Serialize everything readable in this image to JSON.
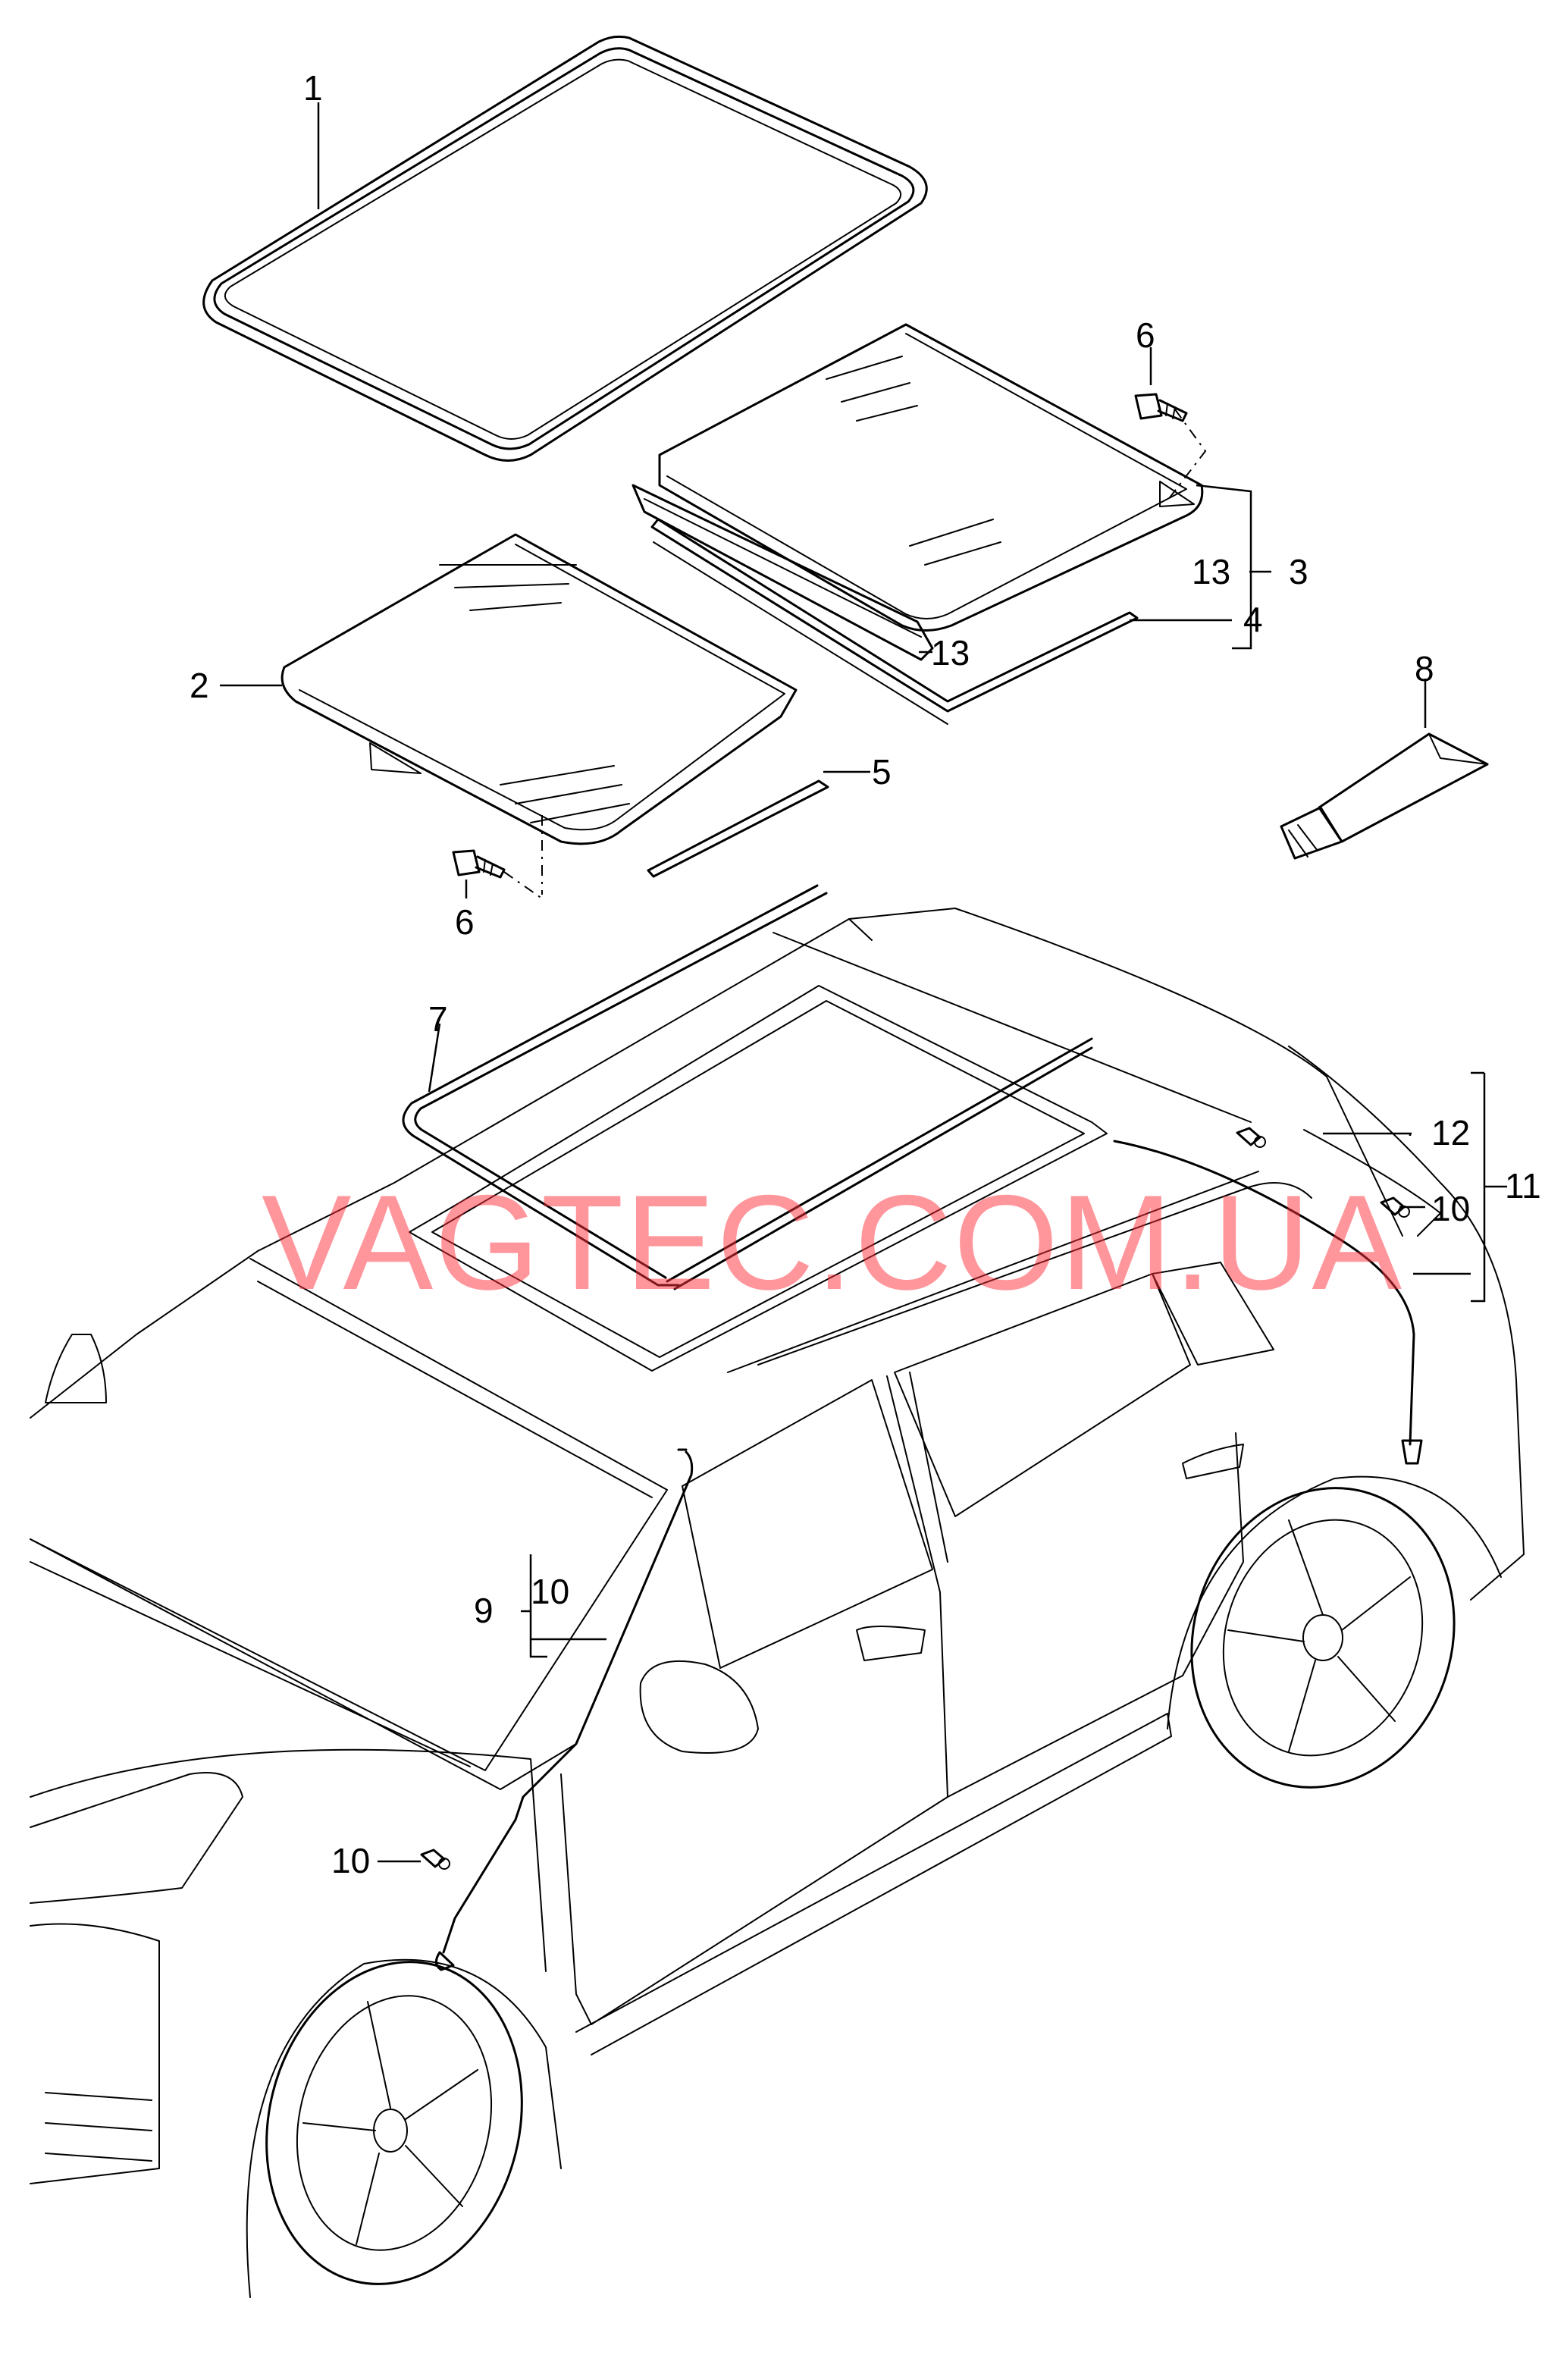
{
  "labels": {
    "l1": "1",
    "l2": "2",
    "l3": "3",
    "l4": "4",
    "l5": "5",
    "l6a": "6",
    "l6b": "6",
    "l7": "7",
    "l8": "8",
    "l9": "9",
    "l10a": "10",
    "l10b": "10",
    "l10c": "10",
    "l11": "11",
    "l12": "12",
    "l13a": "13",
    "l13b": "13"
  },
  "watermark": "VAGTEC.COM.UA"
}
